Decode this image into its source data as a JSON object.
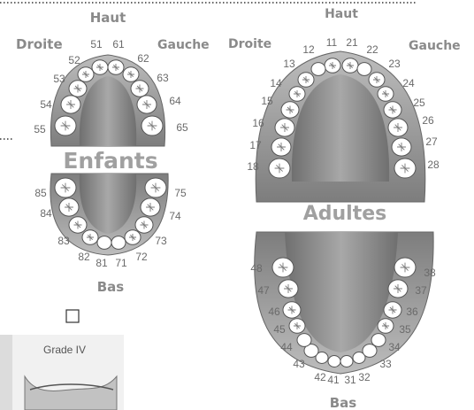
{
  "labels": {
    "haut": "Haut",
    "bas": "Bas",
    "droite": "Droite",
    "gauche": "Gauche",
    "enfants": "Enfants",
    "adultes": "Adultes",
    "grade": "Grade IV"
  },
  "children": {
    "upper": [
      "51",
      "52",
      "53",
      "54",
      "55",
      "61",
      "62",
      "63",
      "64",
      "65"
    ],
    "lower": [
      "81",
      "82",
      "83",
      "84",
      "85",
      "71",
      "72",
      "73",
      "74",
      "75"
    ]
  },
  "adults": {
    "upper": [
      "11",
      "12",
      "13",
      "14",
      "15",
      "16",
      "17",
      "18",
      "21",
      "22",
      "23",
      "24",
      "25",
      "26",
      "27",
      "28"
    ],
    "lower": [
      "41",
      "42",
      "43",
      "44",
      "45",
      "46",
      "47",
      "48",
      "31",
      "32",
      "33",
      "34",
      "35",
      "36",
      "37",
      "38"
    ]
  },
  "colors": {
    "gum": "#8f8f8f",
    "gum_light": "#c4c4c4",
    "tooth": "#ffffff",
    "label": "#8a8a8a"
  }
}
